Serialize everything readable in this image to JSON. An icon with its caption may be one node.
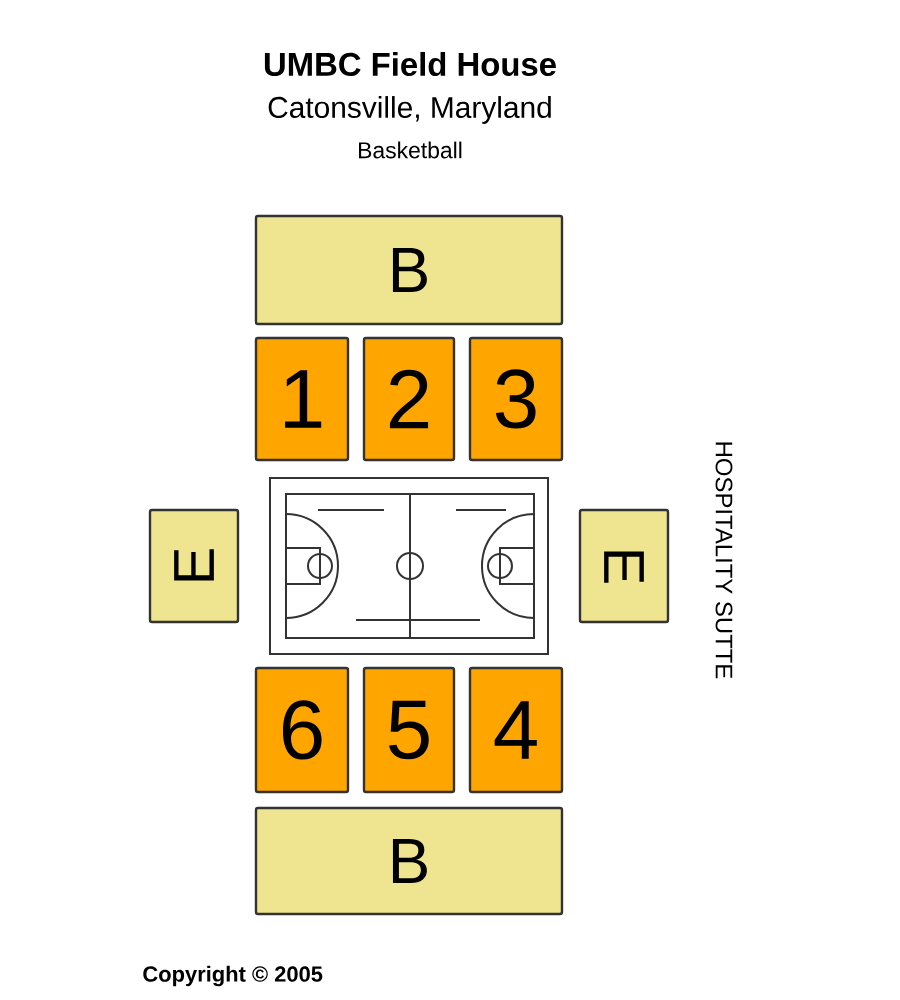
{
  "diagram": {
    "title": "UMBC Field House",
    "nodes": [
      {
        "text": [
          "B"
        ]
      },
      {
        "text": [
          "1"
        ]
      },
      {
        "text": [
          "2"
        ]
      },
      {
        "text": [
          "3"
        ]
      },
      {
        "text": [
          "E"
        ]
      },
      {
        "text": [
          "E"
        ]
      },
      {
        "text": [
          "6"
        ]
      },
      {
        "text": [
          "5"
        ]
      },
      {
        "text": [
          "4"
        ]
      },
      {
        "text": [
          "B"
        ]
      }
    ],
    "labels": [
      "Catonsville, Maryland",
      "Basketball",
      "HOSPITALITY SUTTE",
      "Copyright © 2005"
    ]
  }
}
